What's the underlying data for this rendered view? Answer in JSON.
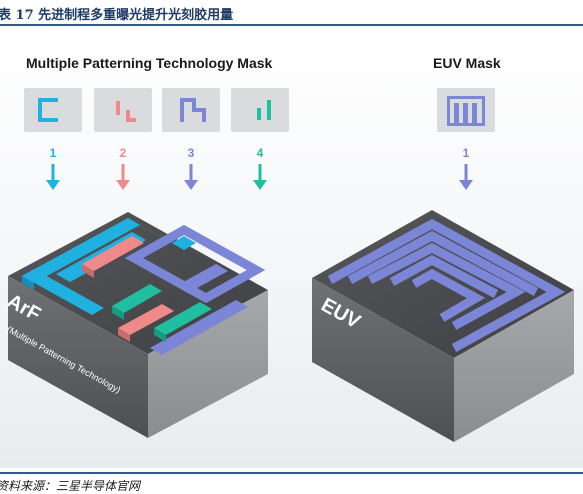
{
  "header": {
    "title": "表 17 先进制程多重曝光提升光刻胶用量"
  },
  "left_panel": {
    "title": "Multiple Patterning Technology Mask",
    "steps": [
      {
        "number": "1",
        "color": "#1fb2e0"
      },
      {
        "number": "2",
        "color": "#f08a8a"
      },
      {
        "number": "3",
        "color": "#7b86d6"
      },
      {
        "number": "4",
        "color": "#1fbf9f"
      }
    ],
    "chip_label": "ArF",
    "chip_sublabel": "(Multiple Patterning Technology)"
  },
  "right_panel": {
    "title": "EUV Mask",
    "steps": [
      {
        "number": "1",
        "color": "#7b86d6"
      }
    ],
    "chip_label": "EUV"
  },
  "footer": {
    "source": "资料来源：三星半导体官网"
  },
  "colors": {
    "cyan": "#1fb2e0",
    "pink": "#f08a8a",
    "purple": "#7b86d6",
    "teal": "#1fbf9f",
    "chip_side": "#5c5e61",
    "chip_top": "#4a4c4f",
    "mask_bg": "#d9dbdd"
  }
}
